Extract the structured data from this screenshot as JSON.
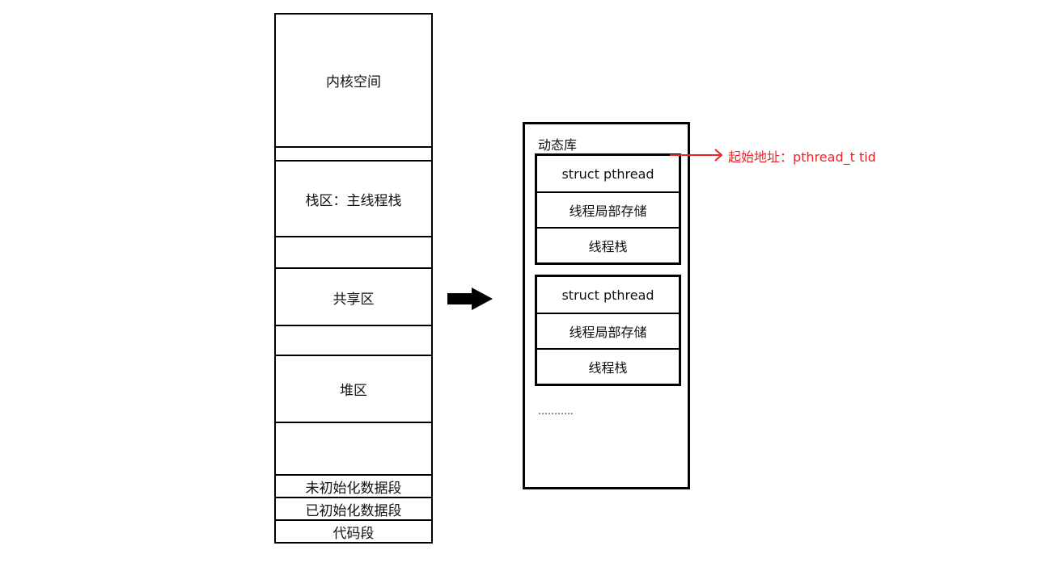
{
  "memory_layout": {
    "segments": [
      {
        "label": "内核空间"
      },
      {
        "label": ""
      },
      {
        "label": "栈区：主线程栈"
      },
      {
        "label": ""
      },
      {
        "label": "共享区"
      },
      {
        "label": ""
      },
      {
        "label": "堆区"
      },
      {
        "label": ""
      },
      {
        "label": "未初始化数据段"
      },
      {
        "label": "已初始化数据段"
      },
      {
        "label": "代码段"
      }
    ]
  },
  "dynamic_library": {
    "title": "动态库",
    "thread_blocks": [
      {
        "cells": [
          "struct pthread",
          "线程局部存储",
          "线程栈"
        ]
      },
      {
        "cells": [
          "struct pthread",
          "线程局部存储",
          "线程栈"
        ]
      }
    ],
    "ellipsis": "……….."
  },
  "annotation": {
    "text": "起始地址：pthread_t tid",
    "color": "#e8262a"
  }
}
